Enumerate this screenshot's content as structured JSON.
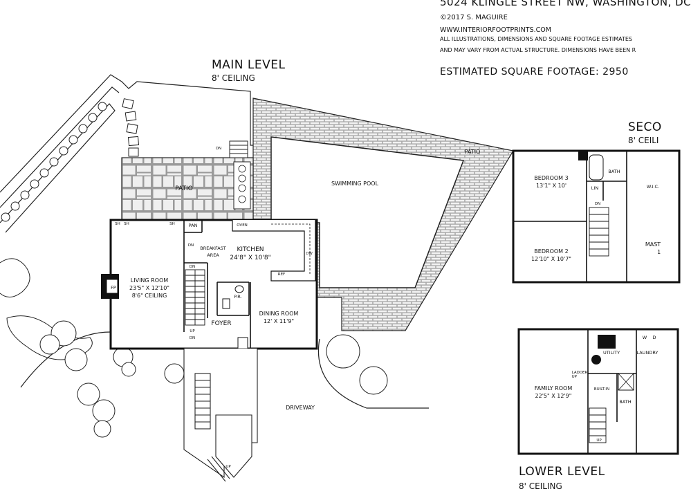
{
  "header": {
    "street": "5024 KLINGLE STREET NW, WASHINGTON, DC",
    "copyright": "©2017 S. MAGUIRE",
    "website": "WWW.INTERIORFOOTPRINTS.COM",
    "disclaimer_line1": "ALL ILLUSTRATIONS, DIMENSIONS AND SQUARE FOOTAGE ESTIMATES",
    "disclaimer_line2": "AND MAY VARY FROM ACTUAL STRUCTURE. DIMENSIONS HAVE BEEN R",
    "sqft": "ESTIMATED SQUARE FOOTAGE: 2950"
  },
  "main_level": {
    "title": "MAIN LEVEL",
    "ceiling": "8' CEILING",
    "rooms": {
      "living_name": "LIVING ROOM",
      "living_dims": "23'5\" X 12'10\"",
      "living_ceiling": "8'6\" CEILING",
      "kitchen_name": "KITCHEN",
      "kitchen_dims": "24'8\" X 10'8\"",
      "breakfast_1": "BREAKFAST",
      "breakfast_2": "AREA",
      "dining_name": "DINING ROOM",
      "dining_dims": "12' X 11'9\"",
      "foyer": "FOYER",
      "pr": "P.R.",
      "patio_main": "PATIO",
      "patio_pool": "PATIO",
      "pool": "SWIMMING POOL",
      "driveway": "DRIVEWAY"
    },
    "fixtures": {
      "fp": "FP",
      "sh1": "SH",
      "sh2": "SH",
      "sh3": "SH",
      "pan": "PAN",
      "oven": "OVEN",
      "dw": "DW",
      "ref": "REF",
      "dn_patio": "DN",
      "dn_kitchen": "DN",
      "dn_stair": "DN",
      "up_stair": "UP",
      "dn_foyer": "DN",
      "up_front": "UP"
    }
  },
  "second_level": {
    "title": "SECO",
    "ceiling": "8' CEILI",
    "rooms": {
      "bed3_name": "BEDROOM 3",
      "bed3_dims": "13'1\" X 10'",
      "bed2_name": "BEDROOM 2",
      "bed2_dims": "12'10\" X 10'7\"",
      "master": "MAST",
      "master_dims": "1",
      "bath": "BATH",
      "lin": "LIN",
      "wic": "W.I.C.",
      "dn": "DN"
    }
  },
  "lower_level": {
    "title": "LOWER LEVEL",
    "ceiling": "8' CEILING",
    "rooms": {
      "family_name": "FAMILY ROOM",
      "family_dims": "22'5\" X 12'9\"",
      "utility": "UTILITY",
      "laundry": "LAUNDRY",
      "bath": "BATH",
      "ladder_1": "LADDER",
      "ladder_2": "UP",
      "builtin": "BUILT-IN",
      "w": "W",
      "d": "D",
      "up": "UP"
    }
  }
}
